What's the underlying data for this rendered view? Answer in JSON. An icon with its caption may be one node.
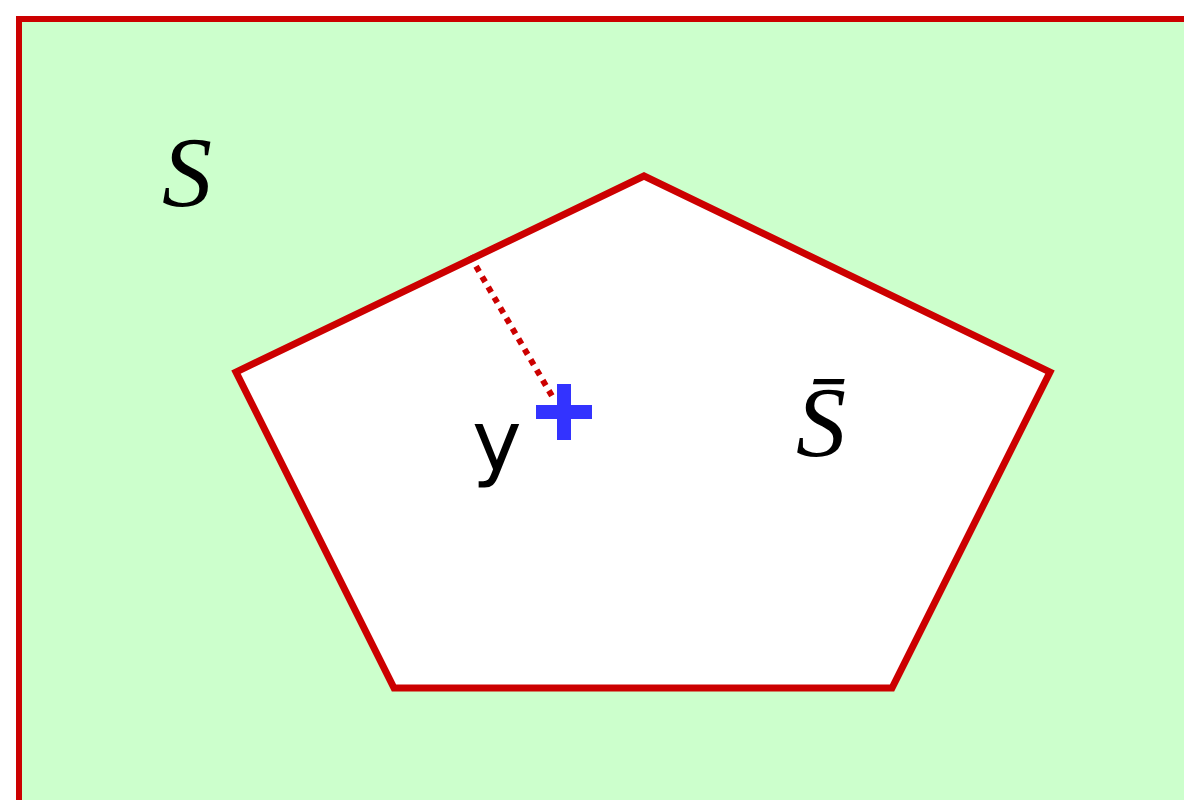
{
  "diagram": {
    "nodes": [
      {
        "text": [
          "S"
        ]
      },
      {
        "text": [
          "S̄"
        ],
        "in": 0
      }
    ],
    "labels": [
      "y"
    ]
  }
}
